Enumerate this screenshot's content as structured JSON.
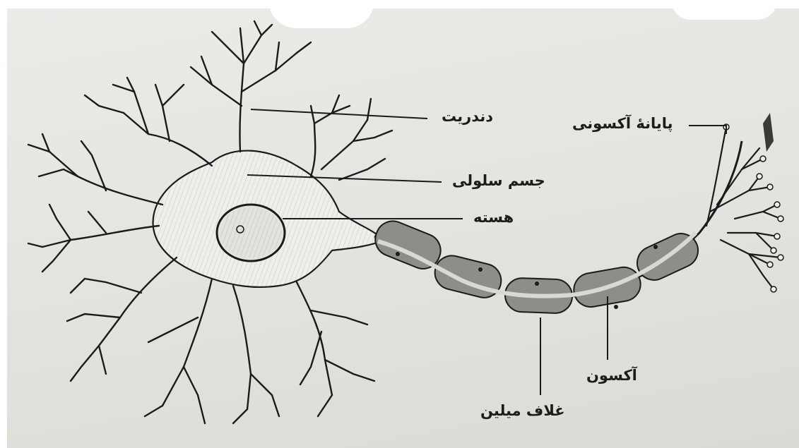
{
  "diagram": {
    "labels": {
      "dendrite": "دندریت",
      "cell_body": "جسم سلولی",
      "nucleus": "هسته",
      "axon_terminal": "پایانهٔ آکسونی",
      "axon": "آکسون",
      "myelin_sheath": "غلاف میلین"
    }
  }
}
